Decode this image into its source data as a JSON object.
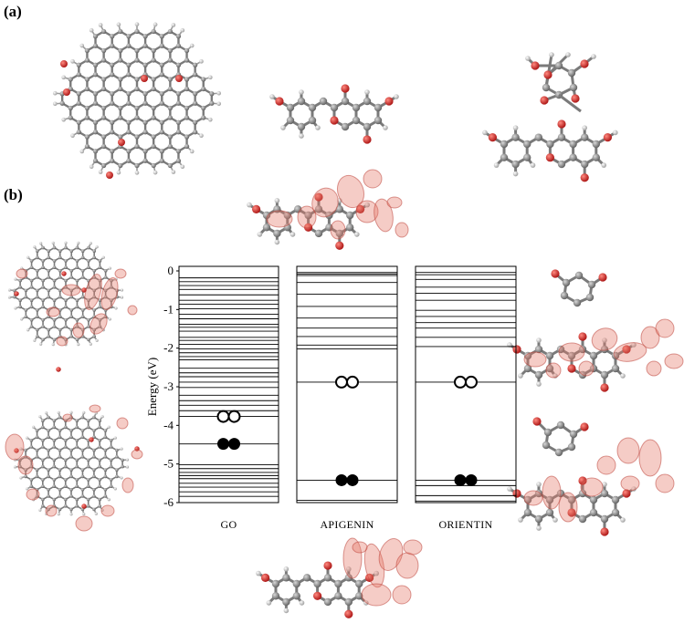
{
  "figure": {
    "panel_a_label": "(a)",
    "panel_b_label": "(b)"
  },
  "chart_data": {
    "type": "energy-level-diagram",
    "ylabel": "Energy (eV)",
    "ylim": [
      -6,
      0
    ],
    "yticks": [
      0,
      -1,
      -2,
      -3,
      -4,
      -5,
      -6
    ],
    "columns": [
      {
        "name": "GO",
        "levels": [
          -0.18,
          -0.28,
          -0.38,
          -0.48,
          -0.62,
          -0.76,
          -0.86,
          -0.98,
          -1.12,
          -1.24,
          -1.38,
          -1.46,
          -1.56,
          -1.72,
          -1.8,
          -1.9,
          -2.02,
          -2.12,
          -2.22,
          -2.3,
          -2.52,
          -2.64,
          -2.74,
          -2.88,
          -3.02,
          -3.22,
          -3.36,
          -3.48,
          -3.62,
          -3.77,
          -4.48,
          -5.02,
          -5.12,
          -5.22,
          -5.3,
          -5.38,
          -5.5,
          -5.6,
          -5.72,
          -5.84
        ],
        "lumo": -3.77,
        "homo": -4.48
      },
      {
        "name": "APIGENIN",
        "levels": [
          -0.04,
          -0.08,
          -0.12,
          -0.3,
          -0.6,
          -0.92,
          -1.22,
          -1.48,
          -1.7,
          -1.92,
          -2.02,
          -2.88,
          -5.42,
          -5.94,
          -6.0
        ],
        "lumo": -2.88,
        "homo": -5.42
      },
      {
        "name": "ORIENTIN",
        "levels": [
          -0.04,
          -0.1,
          -0.22,
          -0.42,
          -0.58,
          -0.76,
          -1.02,
          -1.18,
          -1.34,
          -1.48,
          -1.72,
          -1.96,
          -2.88,
          -5.42,
          -5.56,
          -5.82,
          -5.96
        ],
        "lumo": -2.88,
        "homo": -5.42
      }
    ]
  }
}
